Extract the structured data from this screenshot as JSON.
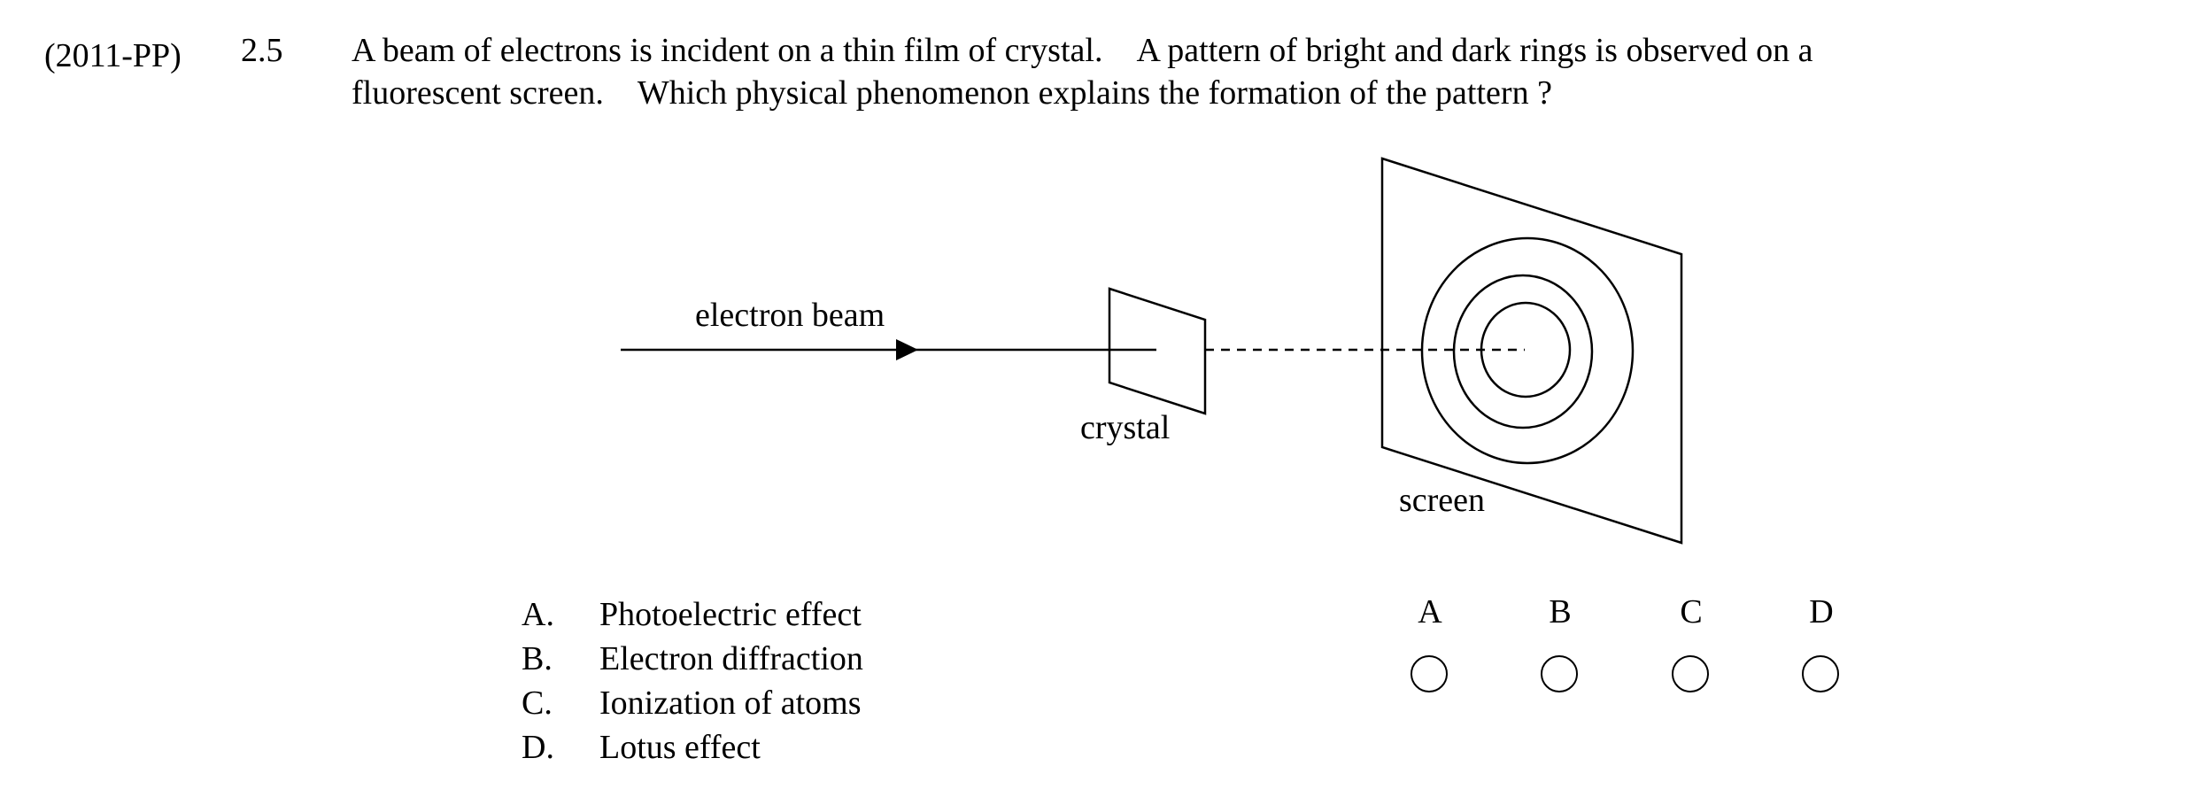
{
  "question": {
    "source": "(2011-PP)",
    "number": "2.5",
    "line1_part1": "A beam of electrons is incident on a thin film of crystal.",
    "line1_part2": "A pattern of bright and dark rings is observed on a",
    "line2_part1": "fluorescent screen.",
    "line2_part2": "Which physical phenomenon explains the formation of the pattern ?"
  },
  "diagram": {
    "beam_label": "electron beam",
    "crystal_label": "crystal",
    "screen_label": "screen"
  },
  "options": [
    {
      "letter": "A.",
      "text": "Photoelectric effect"
    },
    {
      "letter": "B.",
      "text": "Electron diffraction"
    },
    {
      "letter": "C.",
      "text": "Ionization of atoms"
    },
    {
      "letter": "D.",
      "text": "Lotus effect"
    }
  ],
  "answer_sheet": {
    "choices": [
      "A",
      "B",
      "C",
      "D"
    ]
  }
}
